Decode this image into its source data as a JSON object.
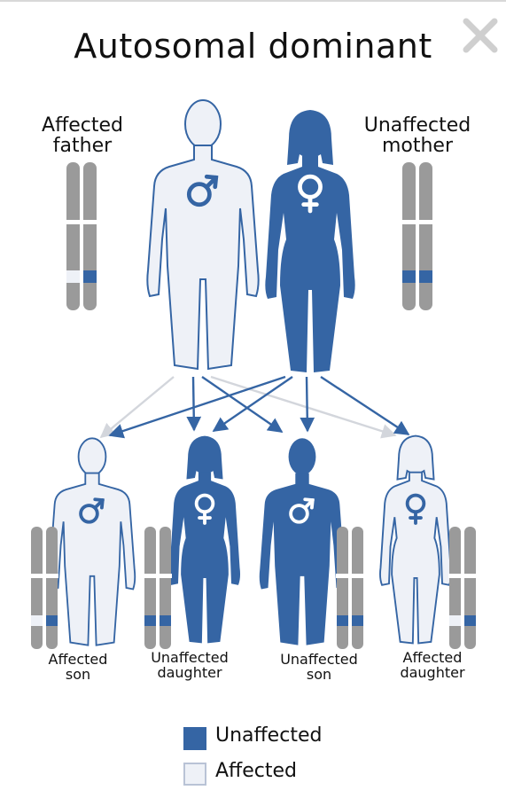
{
  "title": "Autosomal dominant",
  "close_icon": "close-icon",
  "colors": {
    "blue": "#3565a4",
    "pale": "#eef1f7",
    "grey": "#9a9a9a",
    "arrow_grey": "#d3d6dc"
  },
  "parents": {
    "father": {
      "line1": "Affected",
      "line2": "father",
      "sex": "male",
      "shade": "pale"
    },
    "mother": {
      "line1": "Unaffected",
      "line2": "mother",
      "sex": "female",
      "shade": "blue"
    }
  },
  "children": [
    {
      "line1": "Affected",
      "line2": "son",
      "sex": "male",
      "shade": "pale"
    },
    {
      "line1": "Unaffected",
      "line2": "daughter",
      "sex": "female",
      "shade": "blue"
    },
    {
      "line1": "Unaffected",
      "line2": "son",
      "sex": "male",
      "shade": "blue"
    },
    {
      "line1": "Affected",
      "line2": "daughter",
      "sex": "female",
      "shade": "pale"
    }
  ],
  "legend": [
    {
      "label": "Unaffected",
      "color": "#3565a4"
    },
    {
      "label": "Affected",
      "color": "#eef1f7"
    }
  ]
}
